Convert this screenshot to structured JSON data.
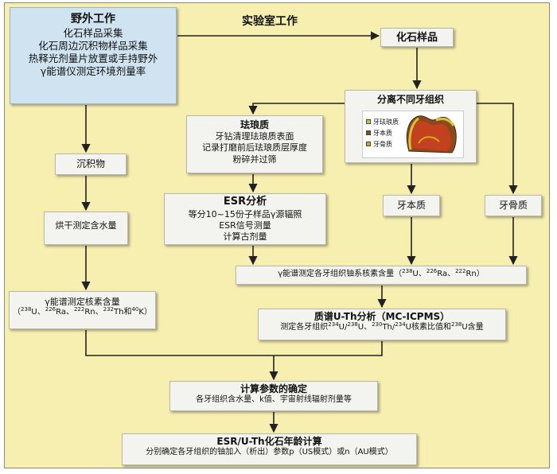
{
  "field_work": {
    "title": "野外工作",
    "lines": [
      "化石样品采集",
      "化石周边沉积物样品采集",
      "热释光剂量片放置或手持野外",
      "γ能谱仪测定环境剂量率"
    ]
  },
  "lab_work": {
    "title": "实验室工作"
  },
  "fossil_sample": {
    "label": "化石样品"
  },
  "separate_tissues": {
    "title": "分离不同牙组织",
    "legend": [
      "牙珐琅质",
      "牙本质",
      "牙骨质"
    ],
    "legend_colors": [
      "#d8c23a",
      "#8a4a1c",
      "#d9a520"
    ]
  },
  "enamel": {
    "title": "珐琅质",
    "lines": [
      "牙钻清理珐琅质表面",
      "记录打磨前后珐琅质层厚度",
      "粉碎并过筛"
    ]
  },
  "sediment": {
    "label": "沉积物"
  },
  "esr_analysis": {
    "title": "ESR分析",
    "lines": [
      "等分10~15份子样品γ源辐照",
      "ESR信号测量",
      "计算古剂量"
    ]
  },
  "dentine": {
    "label": "牙本质"
  },
  "cementum": {
    "label": "牙骨质"
  },
  "dry_water": {
    "label": "烘干测定含水量"
  },
  "gamma_teeth": {
    "pre": "γ能谱测定各牙组织铀系核素含量（",
    "n1": "238",
    "e1": "U、",
    "n2": "226",
    "e2": "Ra、",
    "n3": "222",
    "e3": "Rn）"
  },
  "gamma_sediment": {
    "title": "γ能谱测定核素含量",
    "pre": "（",
    "n1": "238",
    "e1": "U、",
    "n2": "226",
    "e2": "Ra、",
    "n3": "222",
    "e3": "Rn、",
    "n4": "232",
    "e4": "Th和",
    "n5": "40",
    "e5": "K）"
  },
  "uth_analysis": {
    "title": "质谱U-Th分析（MC-ICPMS）",
    "pre": "测定各牙组织",
    "n1": "234",
    "e1": "U/",
    "n2": "238",
    "e2": "U、",
    "n3": "230",
    "e3": "Th/",
    "n4": "234",
    "e4": "U核素比值和",
    "n5": "238",
    "e5": "U含量"
  },
  "parameters": {
    "title": "计算参数的确定",
    "line": "各牙组织含水量、k值、宇宙射线辐射剂量等"
  },
  "age_calc": {
    "title": "ESR/U-Th化石年龄计算",
    "line": "分别确定各牙组织的铀加入（析出）参数p（US模式）或n（AU模式）"
  }
}
